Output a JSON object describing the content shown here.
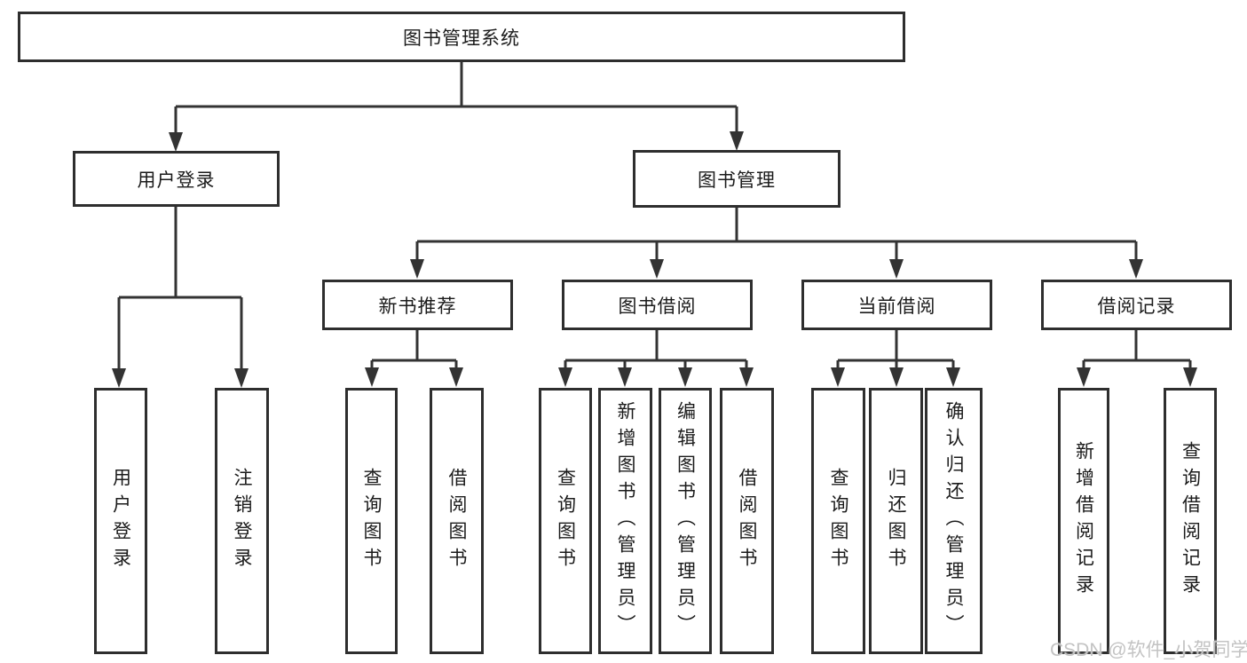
{
  "diagram": {
    "root": {
      "label": "图书管理系统"
    },
    "level2": [
      {
        "label": "用户登录"
      },
      {
        "label": "图书管理"
      }
    ],
    "level3": [
      {
        "label": "新书推荐"
      },
      {
        "label": "图书借阅"
      },
      {
        "label": "当前借阅"
      },
      {
        "label": "借阅记录"
      }
    ],
    "leaves": [
      {
        "label": "用户登录"
      },
      {
        "label": "注销登录"
      },
      {
        "label": "查询图书"
      },
      {
        "label": "借阅图书"
      },
      {
        "label": "查询图书"
      },
      {
        "label": "新增图书（管理员）"
      },
      {
        "label": "编辑图书（管理员）"
      },
      {
        "label": "借阅图书"
      },
      {
        "label": "查询图书"
      },
      {
        "label": "归还图书"
      },
      {
        "label": "确认归还（管理员）"
      },
      {
        "label": "新增借阅记录"
      },
      {
        "label": "查询借阅记录"
      }
    ]
  },
  "watermark": {
    "text": "CSDN @软件_小贺同学"
  },
  "colors": {
    "line": "#333333",
    "box_border": "#2e2e2e",
    "text": "#1b1b1b",
    "watermark": "#c3c3c3",
    "background": "#ffffff"
  }
}
